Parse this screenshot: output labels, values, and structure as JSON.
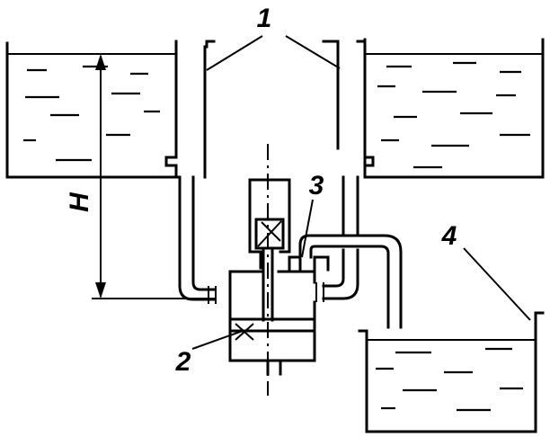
{
  "labels": {
    "one": "1",
    "two": "2",
    "three": "3",
    "four": "4",
    "height": "H"
  },
  "colors": {
    "ink": "#000000",
    "paper": "#ffffff"
  }
}
